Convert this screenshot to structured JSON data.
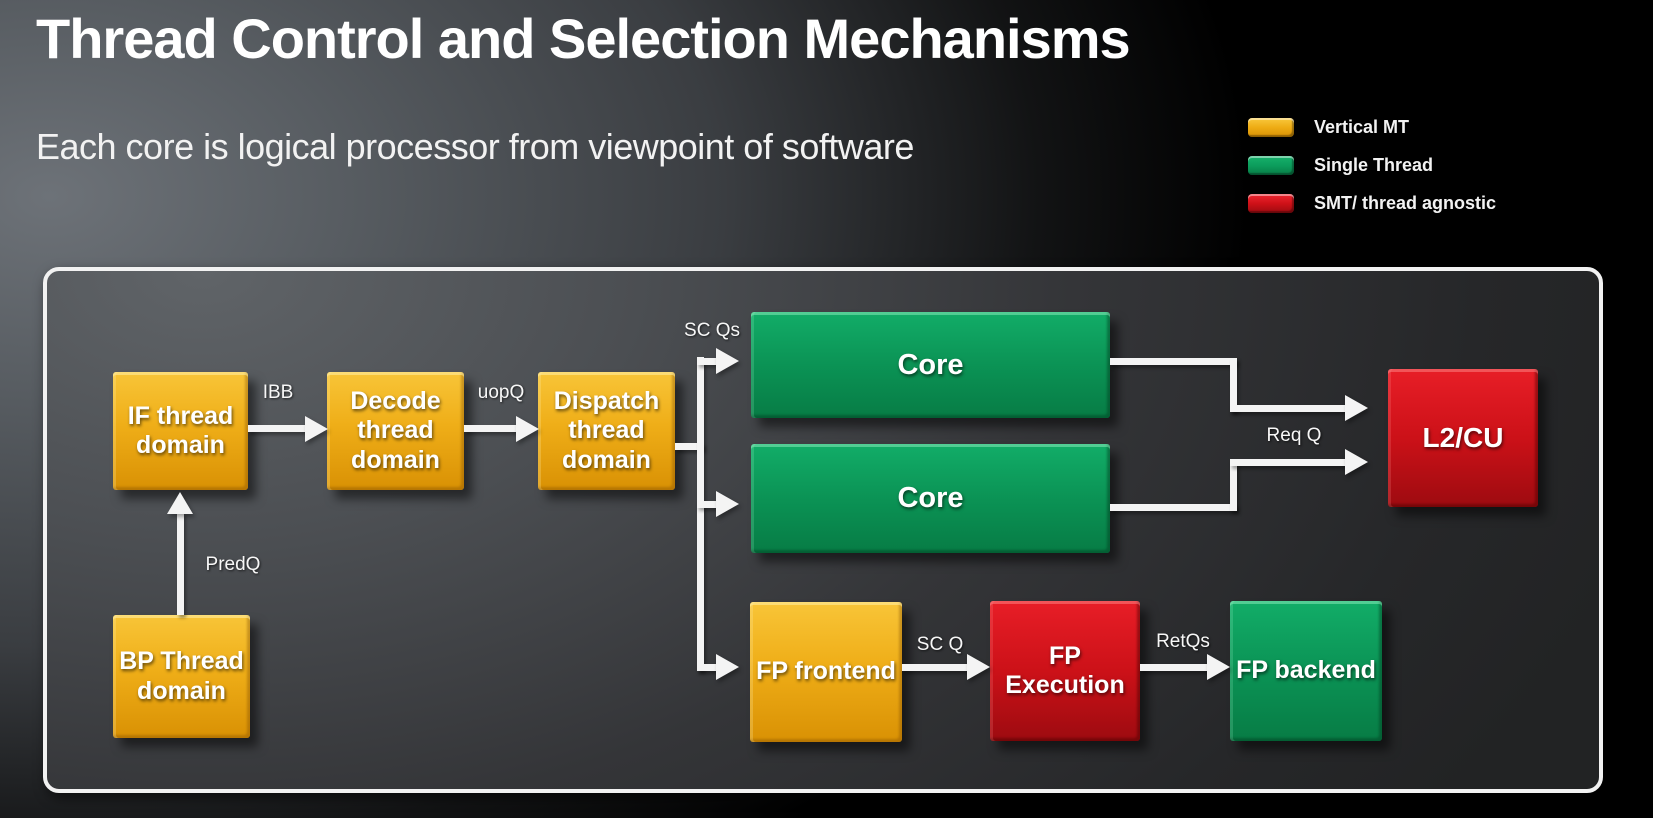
{
  "slide": {
    "title": "Thread Control and Selection Mechanisms",
    "subtitle": "Each core is logical processor from viewpoint of software"
  },
  "legend": {
    "items": [
      {
        "label": "Vertical MT",
        "color": "#eeac14"
      },
      {
        "label": "Single Thread",
        "color": "#0c9d5c"
      },
      {
        "label": "SMT/ thread agnostic",
        "color": "#cf1118"
      }
    ]
  },
  "colors": {
    "vertical_mt_yellow": "#eeac14",
    "single_thread_green": "#0c9d5c",
    "smt_red": "#cf1118",
    "arrow_white": "#f4f4f4",
    "panel_border_white": "#f2f2f2",
    "background_black": "#000000"
  },
  "diagram": {
    "nodes": {
      "if_thread": {
        "label": "IF thread domain",
        "category": "vertical-mt"
      },
      "decode_thread": {
        "label": "Decode thread domain",
        "category": "vertical-mt"
      },
      "dispatch_thread": {
        "label": "Dispatch thread domain",
        "category": "vertical-mt"
      },
      "bp_thread": {
        "label": "BP Thread domain",
        "category": "vertical-mt"
      },
      "core_top": {
        "label": "Core",
        "category": "single-thread"
      },
      "core_bottom": {
        "label": "Core",
        "category": "single-thread"
      },
      "fp_frontend": {
        "label": "FP frontend",
        "category": "vertical-mt"
      },
      "fp_execution": {
        "label": "FP Execution",
        "category": "smt-thread-agnostic"
      },
      "fp_backend": {
        "label": "FP backend",
        "category": "single-thread"
      },
      "l2cu": {
        "label": "L2/CU",
        "category": "smt-thread-agnostic"
      }
    },
    "edge_labels": {
      "ibb": "IBB",
      "uopq": "uopQ",
      "predq": "PredQ",
      "scqs": "SC Qs",
      "reqq": "Req Q",
      "scq": "SC Q",
      "retqs": "RetQs"
    }
  }
}
